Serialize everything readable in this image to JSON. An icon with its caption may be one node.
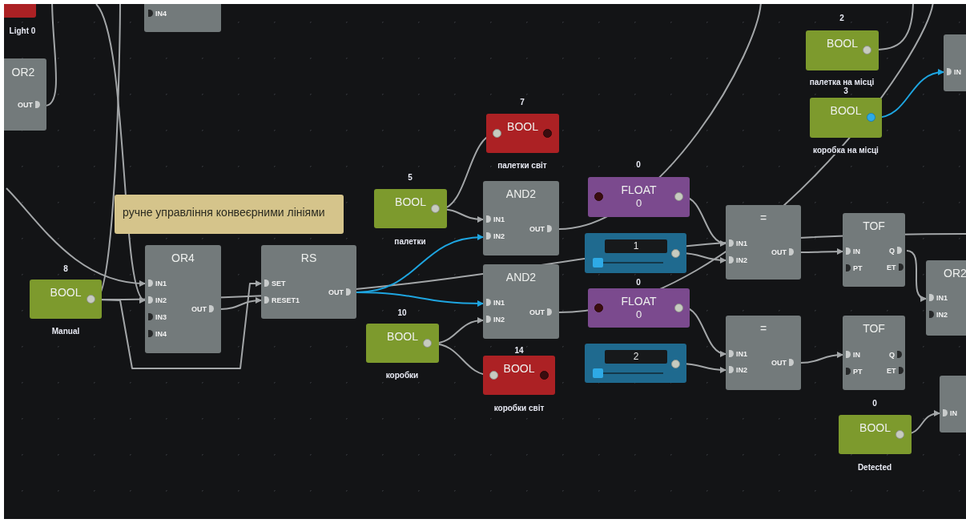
{
  "diagram": {
    "nodes": [
      {
        "text": [],
        "shape": "box",
        "beside": [
          "Light 0"
        ]
      },
      {
        "text": [
          "IN4"
        ]
      },
      {
        "text": [
          "OR2",
          "OUT"
        ]
      },
      {
        "text": [
          "ручне управління конвеєрними лініями"
        ]
      },
      {
        "text": [
          "BOOL"
        ],
        "beside": [
          "8",
          "Manual"
        ]
      },
      {
        "text": [
          "OR4",
          "IN1",
          "IN2",
          "IN3",
          "IN4",
          "OUT"
        ]
      },
      {
        "text": [
          "RS",
          "SET",
          "RESET1",
          "OUT"
        ]
      },
      {
        "text": [
          "BOOL"
        ],
        "beside": [
          "5",
          "палетки"
        ]
      },
      {
        "text": [
          "BOOL"
        ],
        "beside": [
          "7",
          "палетки світ"
        ]
      },
      {
        "text": [
          "AND2",
          "IN1",
          "IN2",
          "OUT"
        ]
      },
      {
        "text": [
          "AND2",
          "IN1",
          "IN2",
          "OUT"
        ]
      },
      {
        "text": [
          "BOOL"
        ],
        "beside": [
          "10",
          "коробки"
        ]
      },
      {
        "text": [
          "BOOL"
        ],
        "beside": [
          "14",
          "коробки світ"
        ]
      },
      {
        "text": [
          "FLOAT",
          "0"
        ],
        "beside": [
          "0"
        ]
      },
      {
        "text": [
          "1"
        ]
      },
      {
        "text": [
          "FLOAT",
          "0"
        ],
        "beside": [
          "0"
        ]
      },
      {
        "text": [
          "2"
        ]
      },
      {
        "text": [
          "=",
          "IN1",
          "IN2",
          "OUT"
        ]
      },
      {
        "text": [
          "=",
          "IN1",
          "IN2",
          "OUT"
        ]
      },
      {
        "text": [
          "TOF",
          "IN",
          "PT",
          "Q",
          "ET"
        ]
      },
      {
        "text": [
          "TOF",
          "IN",
          "PT",
          "Q",
          "ET"
        ]
      },
      {
        "text": [
          "BOOL"
        ],
        "beside": [
          "2",
          "палетка на місці"
        ]
      },
      {
        "text": [
          "BOOL"
        ],
        "beside": [
          "3",
          "коробка на місці"
        ]
      },
      {
        "text": [
          "IN"
        ]
      },
      {
        "text": [
          "OR2",
          "IN1",
          "IN2"
        ]
      },
      {
        "text": [
          "IN"
        ]
      },
      {
        "text": [
          "BOOL"
        ],
        "beside": [
          "0",
          "Detected"
        ]
      }
    ],
    "edges": [
      {
        "from": 4,
        "to": null,
        "arrow": "none"
      },
      {
        "from": 4,
        "to": null,
        "arrow": "none"
      },
      {
        "from": null,
        "to": 5,
        "arrow": "to"
      },
      {
        "from": null,
        "to": 5,
        "arrow": "to"
      },
      {
        "from": 5,
        "to": 6,
        "arrow": "to"
      },
      {
        "from": 4,
        "to": 6,
        "arrow": "to"
      },
      {
        "from": 6,
        "to": 9,
        "arrow": "to",
        "color": "#1ea5e0"
      },
      {
        "from": 6,
        "to": 10,
        "arrow": "to",
        "color": "#1ea5e0"
      },
      {
        "from": 7,
        "to": 8,
        "arrow": "none"
      },
      {
        "from": 7,
        "to": 9,
        "arrow": "to"
      },
      {
        "from": 11,
        "to": 10,
        "arrow": "to"
      },
      {
        "from": 11,
        "to": 12,
        "arrow": "none"
      },
      {
        "from": 9,
        "to": null,
        "arrow": "none"
      },
      {
        "from": 10,
        "to": null,
        "arrow": "none"
      },
      {
        "from": 13,
        "to": 17,
        "arrow": "to"
      },
      {
        "from": 14,
        "to": 17,
        "arrow": "to"
      },
      {
        "from": 15,
        "to": 18,
        "arrow": "to"
      },
      {
        "from": 16,
        "to": 18,
        "arrow": "to"
      },
      {
        "from": 17,
        "to": 19,
        "arrow": "to"
      },
      {
        "from": 18,
        "to": 20,
        "arrow": "to"
      },
      {
        "from": 19,
        "to": 24,
        "arrow": "to"
      },
      {
        "from": 22,
        "to": 23,
        "arrow": "to",
        "color": "#1ea5e0"
      },
      {
        "from": 26,
        "to": 25,
        "arrow": "to"
      },
      {
        "from": 21,
        "to": null,
        "arrow": "none"
      },
      {
        "from": 2,
        "to": null,
        "arrow": "none"
      }
    ]
  }
}
